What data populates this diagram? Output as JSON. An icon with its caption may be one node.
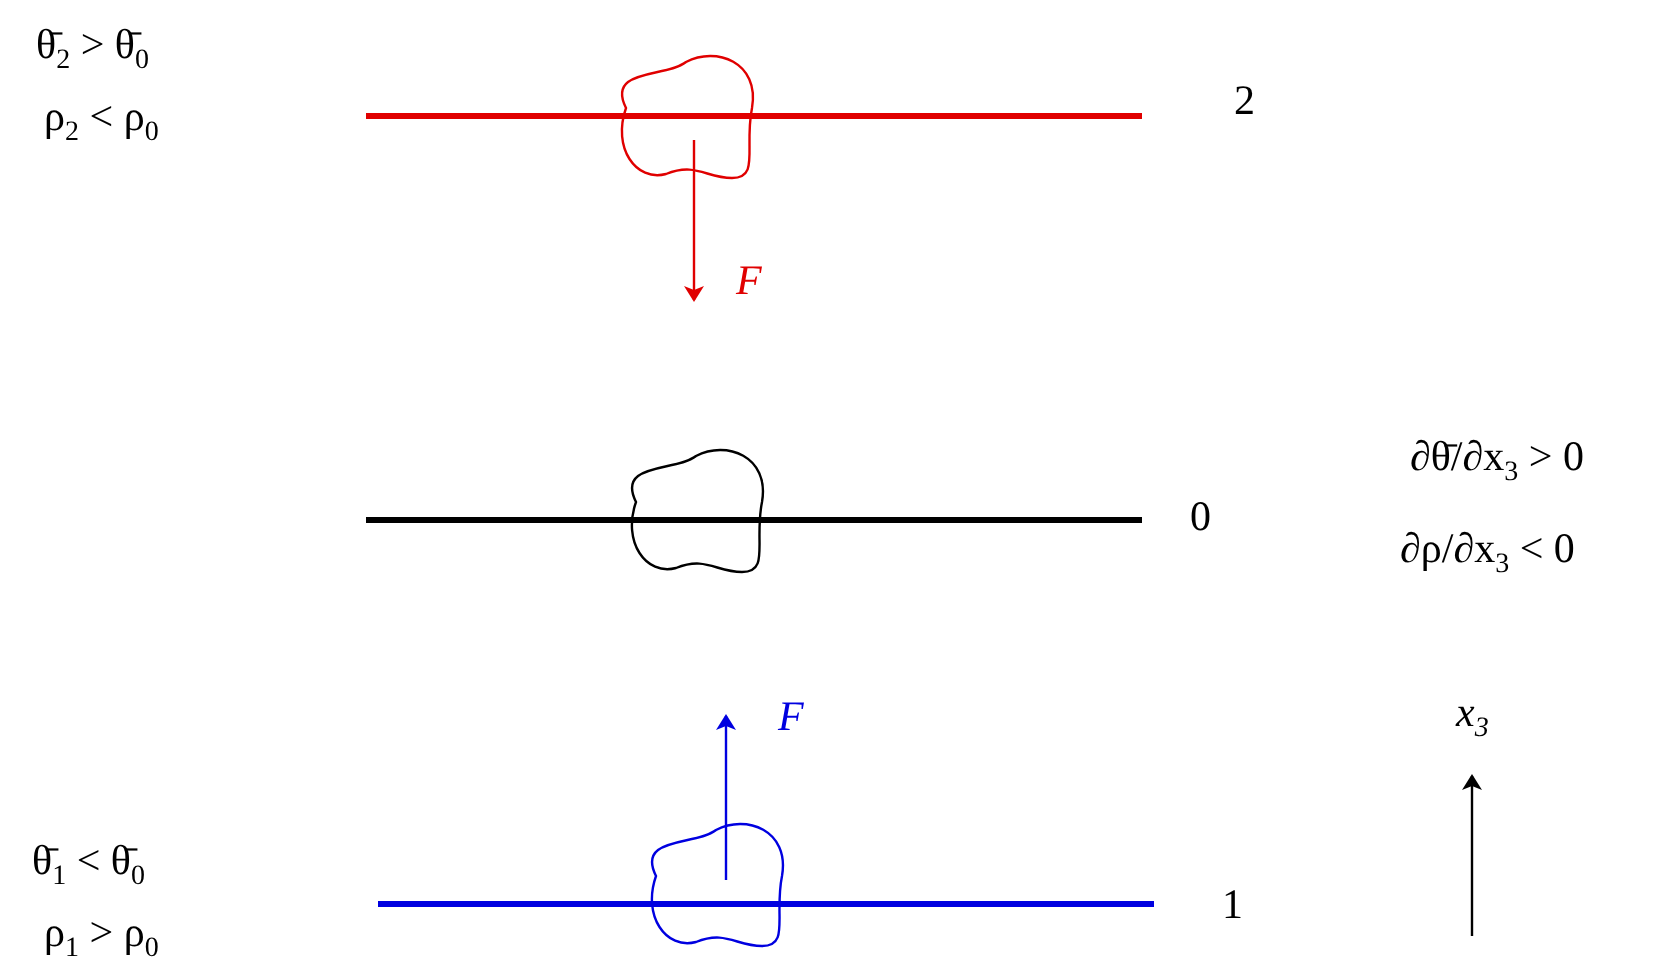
{
  "diagram": {
    "labels": [
      "θ̄$_{2}$ > θ̄$_{0}$",
      "ρ$_{2}$ < ρ$_{0}$",
      "2",
      "F",
      "0",
      "∂θ̄/∂x$_{3}$ > 0",
      "∂ρ/∂x$_{3}$ < 0",
      "F",
      "x$_{3}$",
      "θ̄$_{1}$ < θ̄$_{0}$",
      "ρ$_{1}$ > ρ$_{0}$",
      "1"
    ]
  }
}
